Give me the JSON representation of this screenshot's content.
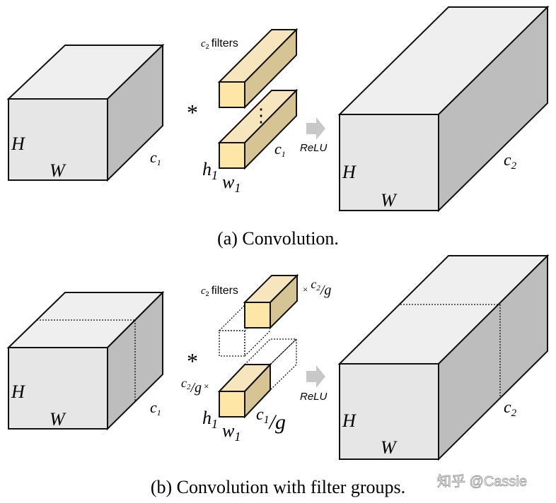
{
  "panel_a": {
    "caption": "(a) Convolution.",
    "input": {
      "height_label": "H",
      "width_label": "W",
      "depth_label": "c",
      "depth_sub": "1"
    },
    "operator": "*",
    "filters_label_c": "c",
    "filters_label_sub": "2",
    "filters_label_text": "filters",
    "dots": "⋮",
    "filter_depth_c": "c",
    "filter_depth_sub": "1",
    "filter_h": "h",
    "filter_h_sub": "1",
    "filter_w": "w",
    "filter_w_sub": "1",
    "activation": "ReLU",
    "output": {
      "height_label": "H",
      "width_label": "W",
      "depth_label": "c",
      "depth_sub": "2"
    }
  },
  "panel_b": {
    "caption": "(b) Convolution with filter groups.",
    "input": {
      "height_label": "H",
      "width_label": "W",
      "depth_label": "c",
      "depth_sub": "1"
    },
    "operator": "*",
    "filters_label_c": "c",
    "filters_label_sub": "2",
    "filters_label_text": "filters",
    "group_mult_top_prefix": "×",
    "group_mult_top_c": "c",
    "group_mult_top_sub": "2",
    "group_mult_top_g": "/g",
    "group_mult_left_c": "c",
    "group_mult_left_sub": "2",
    "group_mult_left_g": "/g",
    "group_mult_left_suffix": "×",
    "filter_depth_c": "c",
    "filter_depth_sub": "1",
    "filter_depth_g": "/g",
    "filter_h": "h",
    "filter_h_sub": "1",
    "filter_w": "w",
    "filter_w_sub": "1",
    "activation": "ReLU",
    "output": {
      "height_label": "H",
      "width_label": "W",
      "depth_label": "c",
      "depth_sub": "2"
    }
  },
  "watermark": "知乎 @Cassie",
  "colors": {
    "box_front": "#e6e6e6",
    "box_top": "#efefef",
    "box_side": "#bdbdbd",
    "filter_front": "#fde6a6",
    "filter_top": "#f7e6bd",
    "filter_side": "#d6c495",
    "arrow": "#c8c8c8",
    "stroke": "#111111"
  }
}
